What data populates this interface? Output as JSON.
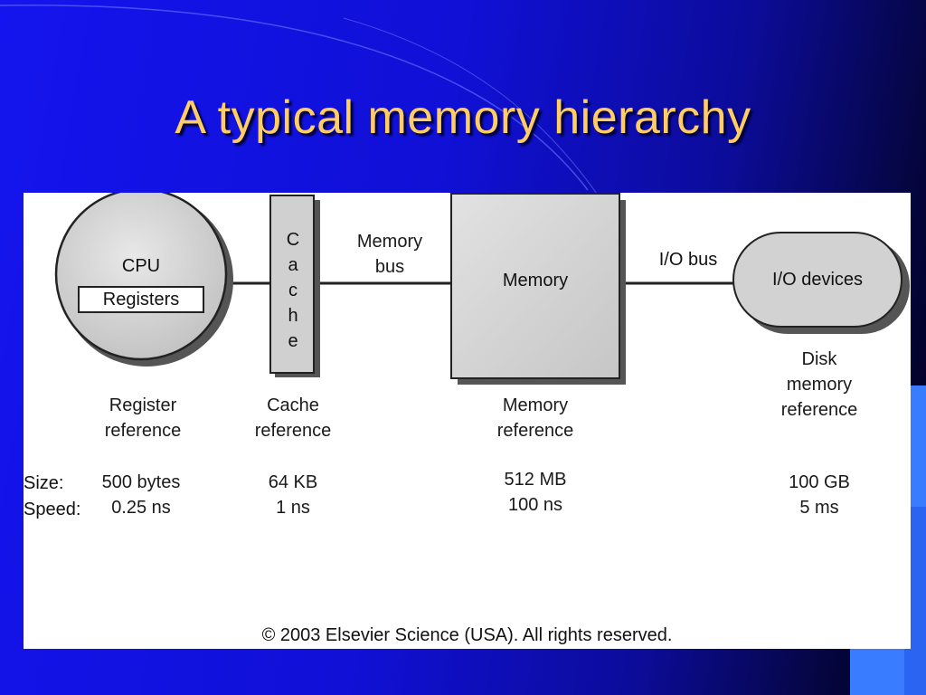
{
  "slide": {
    "title": "A typical memory hierarchy"
  },
  "diagram": {
    "cpu_label": "CPU",
    "registers_label": "Registers",
    "cache_letters": [
      "C",
      "a",
      "c",
      "h",
      "e"
    ],
    "memory_bus_label": [
      "Memory",
      "bus"
    ],
    "memory_label": "Memory",
    "io_bus_label": "I/O bus",
    "io_devices_label": "I/O devices"
  },
  "references": {
    "register": [
      "Register",
      "reference"
    ],
    "cache": [
      "Cache",
      "reference"
    ],
    "memory": [
      "Memory",
      "reference"
    ],
    "disk": [
      "Disk",
      "memory",
      "reference"
    ]
  },
  "specs": {
    "size_label": "Size:",
    "speed_label": "Speed:",
    "register": {
      "size": "500 bytes",
      "speed": "0.25 ns"
    },
    "cache": {
      "size": "64 KB",
      "speed": "1 ns"
    },
    "memory": {
      "size": "512 MB",
      "speed": "100 ns"
    },
    "disk": {
      "size": "100 GB",
      "speed": "5 ms"
    }
  },
  "copyright": "© 2003 Elsevier Science (USA). All rights reserved.",
  "colors": {
    "title": "#ffcc66",
    "background": "#1414ee",
    "box_fill": "#d4d4d4"
  }
}
